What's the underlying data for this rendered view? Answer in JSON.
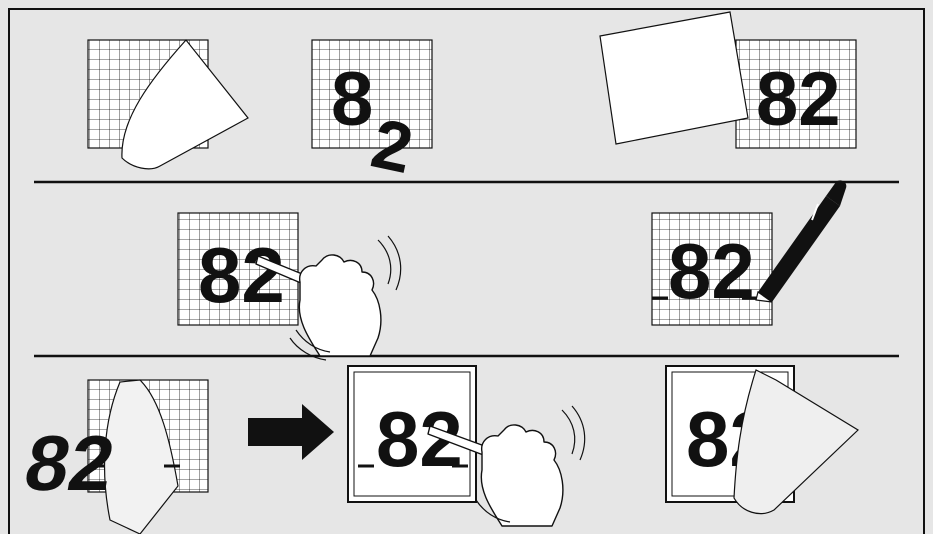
{
  "instructions": {
    "row1": {
      "step_a_label": "",
      "step_b_digit1": "8",
      "step_b_digit2": "2",
      "step_c_number": "82"
    },
    "row2": {
      "step_d_number": "82",
      "step_e_number": "82"
    },
    "row3": {
      "step_f_digits": "82",
      "step_g_number": "82",
      "step_h_number": "82"
    }
  },
  "colors": {
    "background": "#e6e6e6",
    "ink": "#111111",
    "paper": "#ffffff"
  },
  "icons": [
    "grid-sheet-icon",
    "hand-rubbing-icon",
    "pen-icon",
    "arrow-right-icon",
    "peeling-film-icon"
  ]
}
